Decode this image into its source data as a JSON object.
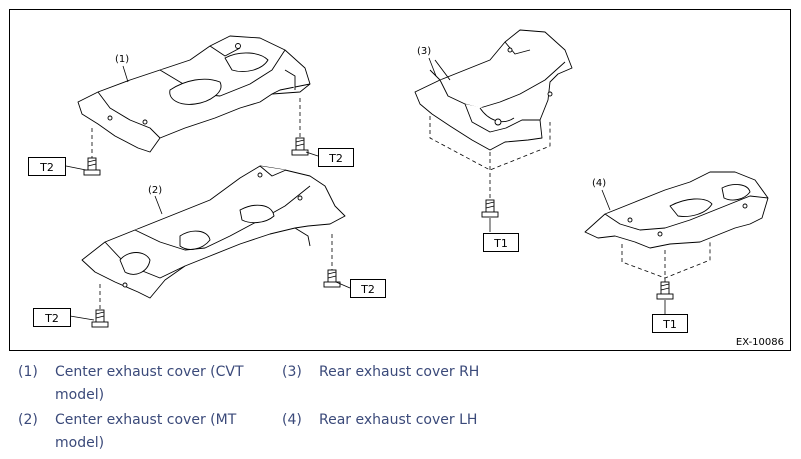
{
  "figure": {
    "id": "EX-10086",
    "part_numbers": [
      "(1)",
      "(2)",
      "(3)",
      "(4)"
    ],
    "callouts": [
      "T2",
      "T2",
      "T2",
      "T2",
      "T1",
      "T1"
    ]
  },
  "legend": [
    {
      "num": "(1)",
      "text": "Center exhaust cover (CVT model)"
    },
    {
      "num": "(2)",
      "text": "Center exhaust cover (MT model)"
    },
    {
      "num": "(3)",
      "text": "Rear exhaust cover RH"
    },
    {
      "num": "(4)",
      "text": "Rear exhaust cover LH"
    }
  ],
  "colors": {
    "legend_text": "#3b4a7a",
    "line": "#000000"
  }
}
